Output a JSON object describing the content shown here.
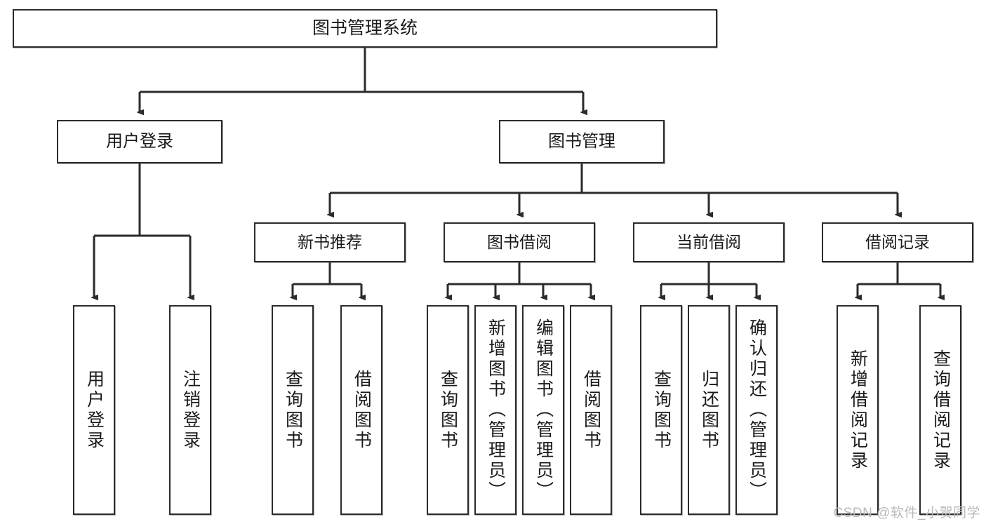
{
  "diagram": {
    "type": "tree",
    "title": "图书管理系统",
    "watermark": "CSDN @软件_小贺同学",
    "colors": {
      "box_border": "#2b2b2b",
      "box_fill": "#ffffff",
      "line": "#2b2b2b",
      "text": "#1a1a1a",
      "watermark": "#b9b9b9"
    },
    "root": {
      "label": "图书管理系统"
    },
    "level2": [
      {
        "id": "user-login",
        "label": "用户登录"
      },
      {
        "id": "book-manage",
        "label": "图书管理"
      }
    ],
    "level3": [
      {
        "id": "new-book-recommend",
        "label": "新书推荐",
        "parent": "book-manage"
      },
      {
        "id": "book-borrow",
        "label": "图书借阅",
        "parent": "book-manage"
      },
      {
        "id": "current-borrow",
        "label": "当前借阅",
        "parent": "book-manage"
      },
      {
        "id": "borrow-record",
        "label": "借阅记录",
        "parent": "book-manage"
      }
    ],
    "leaves": [
      {
        "id": "leaf-user-login",
        "label": "用户登录",
        "parent": "user-login"
      },
      {
        "id": "leaf-logout-login",
        "label": "注销登录",
        "parent": "user-login"
      },
      {
        "id": "leaf-query-book-1",
        "label": "查询图书",
        "parent": "new-book-recommend"
      },
      {
        "id": "leaf-borrow-book-1",
        "label": "借阅图书",
        "parent": "new-book-recommend"
      },
      {
        "id": "leaf-query-book-2",
        "label": "查询图书",
        "parent": "book-borrow"
      },
      {
        "id": "leaf-add-book",
        "label": "新增图书（管理员）",
        "parent": "book-borrow"
      },
      {
        "id": "leaf-edit-book",
        "label": "编辑图书（管理员）",
        "parent": "book-borrow"
      },
      {
        "id": "leaf-borrow-book-2",
        "label": "借阅图书",
        "parent": "book-borrow"
      },
      {
        "id": "leaf-query-book-3",
        "label": "查询图书",
        "parent": "current-borrow"
      },
      {
        "id": "leaf-return-book",
        "label": "归还图书",
        "parent": "current-borrow"
      },
      {
        "id": "leaf-confirm-return",
        "label": "确认归还（管理员）",
        "parent": "current-borrow"
      },
      {
        "id": "leaf-add-record",
        "label": "新增借阅记录",
        "parent": "borrow-record"
      },
      {
        "id": "leaf-query-record",
        "label": "查询借阅记录",
        "parent": "borrow-record"
      }
    ]
  }
}
